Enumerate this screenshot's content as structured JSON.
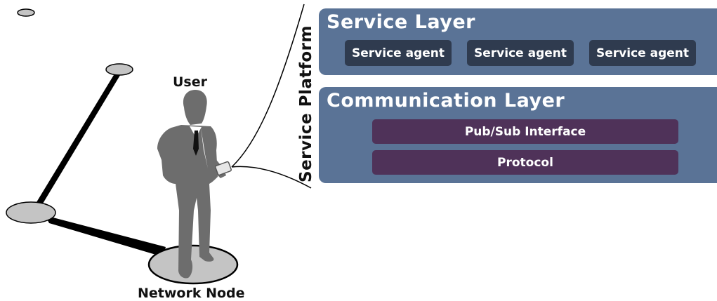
{
  "user_label": "User",
  "network_node_label": "Network Node",
  "platform_label": "Service Platform",
  "service_layer": {
    "title": "Service Layer",
    "agents": [
      "Service agent",
      "Service agent",
      "Service agent"
    ]
  },
  "communication_layer": {
    "title": "Communication Layer",
    "interfaces": [
      "Pub/Sub Interface",
      "Protocol"
    ]
  },
  "colors": {
    "layer_fill": "#5a7396",
    "agent_fill": "#2f3b4f",
    "interface_fill": "#4f3259",
    "node_fill": "#c4c4c4",
    "person_fill": "#6d6d6d"
  }
}
